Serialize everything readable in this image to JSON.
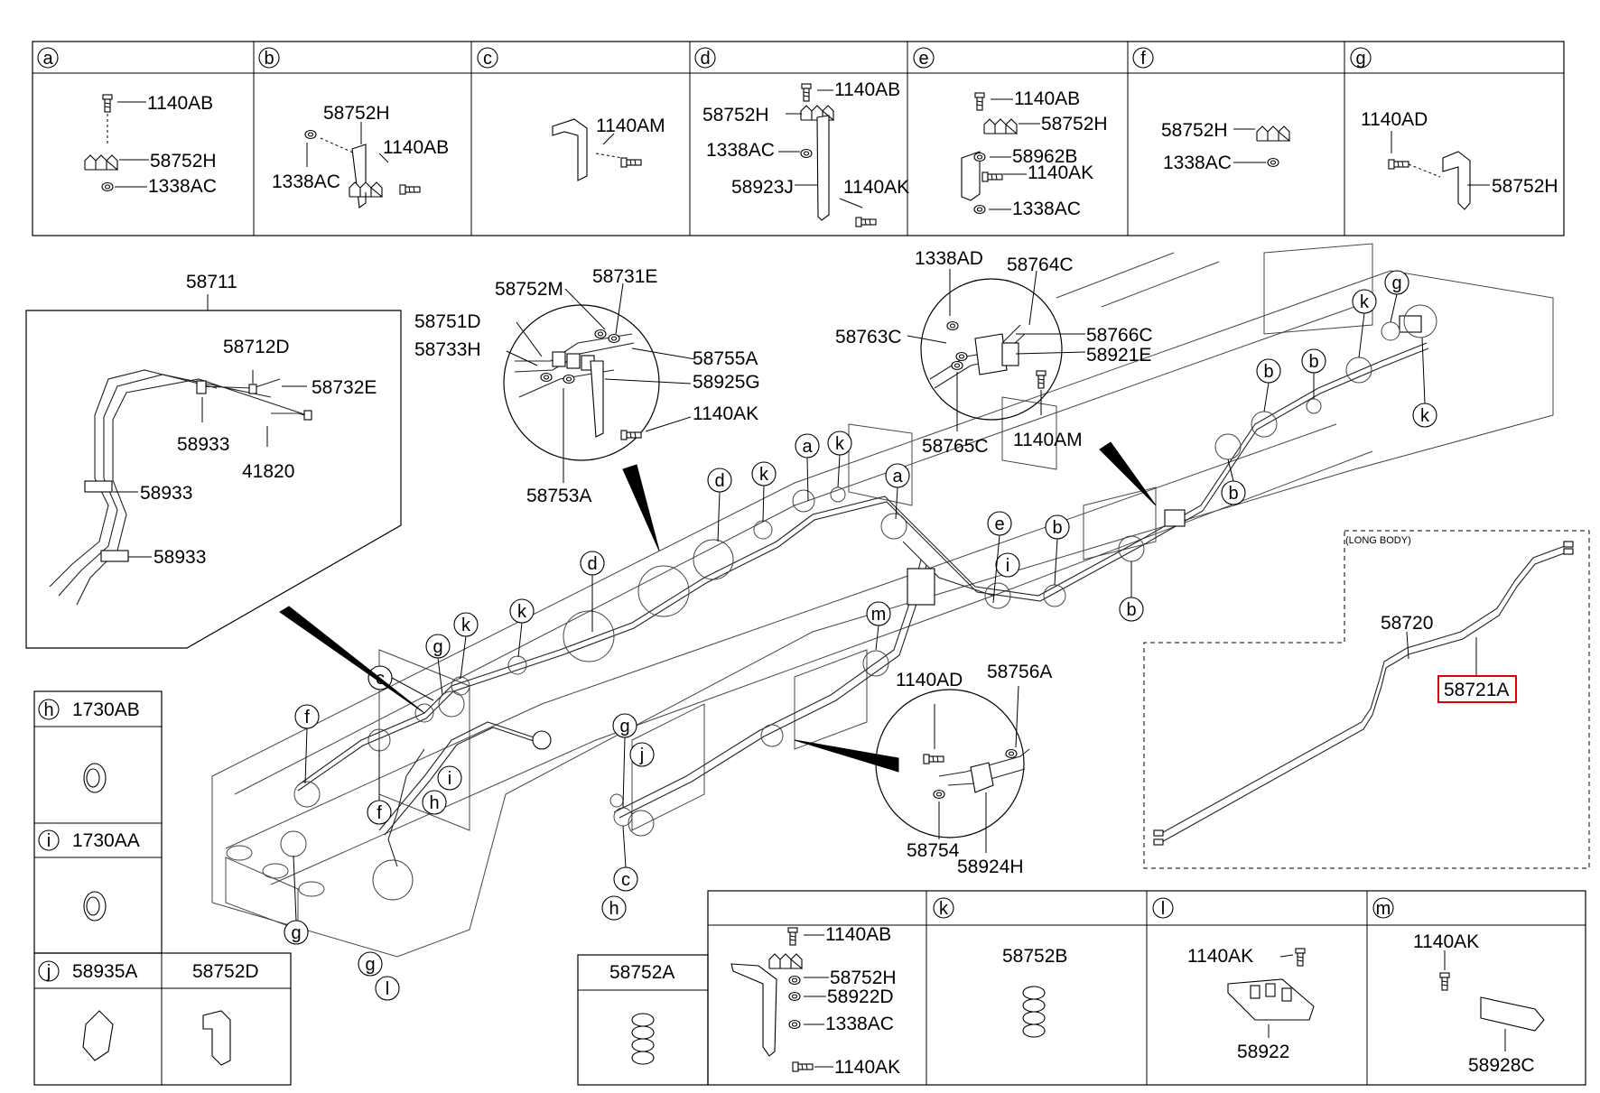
{
  "callout_table_top": [
    {
      "letter": "a",
      "parts": [
        "1140AB",
        "58752H",
        "1338AC"
      ]
    },
    {
      "letter": "b",
      "parts": [
        "58752H",
        "1140AB",
        "1338AC"
      ]
    },
    {
      "letter": "c",
      "parts": [
        "1140AM"
      ]
    },
    {
      "letter": "d",
      "parts": [
        "1140AB",
        "58752H",
        "1338AC",
        "58923J",
        "1140AK"
      ]
    },
    {
      "letter": "e",
      "parts": [
        "1140AB",
        "58752H",
        "58962B",
        "1140AK",
        "1338AC"
      ]
    },
    {
      "letter": "f",
      "parts": [
        "58752H",
        "1338AC"
      ]
    },
    {
      "letter": "g",
      "parts": [
        "1140AD",
        "58752H"
      ]
    }
  ],
  "assembly_58711": {
    "label": "58711",
    "parts": [
      "58712D",
      "58732E",
      "58933",
      "41820",
      "58933",
      "58933"
    ]
  },
  "detail_front": {
    "parts": [
      "58752M",
      "58731E",
      "58751D",
      "58733H",
      "58755A",
      "58925G",
      "1140AK",
      "58753A"
    ]
  },
  "detail_top": {
    "parts": [
      "1338AD",
      "58764C",
      "58763C",
      "58766C",
      "58921E",
      "58765C",
      "1140AM"
    ]
  },
  "detail_bottom": {
    "parts": [
      "1140AD",
      "58756A",
      "58754",
      "58924H"
    ]
  },
  "long_body": {
    "title": "(LONG BODY)",
    "parts": [
      "58720",
      "58721A"
    ]
  },
  "chassis_callouts": [
    "a",
    "k",
    "a",
    "d",
    "k",
    "d",
    "k",
    "k",
    "g",
    "c",
    "f",
    "f",
    "h",
    "i",
    "g",
    "g",
    "l",
    "e",
    "b",
    "b",
    "b",
    "b",
    "b",
    "k",
    "g",
    "k",
    "m",
    "g",
    "j",
    "c",
    "h",
    "i"
  ],
  "left_table": [
    {
      "letter": "h",
      "part": "1730AB"
    },
    {
      "letter": "i",
      "part": "1730AA"
    },
    {
      "letter": "j",
      "part": "58935A",
      "extra": "58752D"
    }
  ],
  "bottom_table": {
    "single": "58752A",
    "cells": [
      {
        "letter": "",
        "parts": [
          "1140AB",
          "58752H",
          "58922D",
          "1338AC",
          "1140AK"
        ]
      },
      {
        "letter": "k",
        "parts": [
          "58752B"
        ]
      },
      {
        "letter": "l",
        "parts": [
          "1140AK",
          "58922"
        ]
      },
      {
        "letter": "m",
        "parts": [
          "1140AK",
          "58928C"
        ]
      }
    ]
  }
}
